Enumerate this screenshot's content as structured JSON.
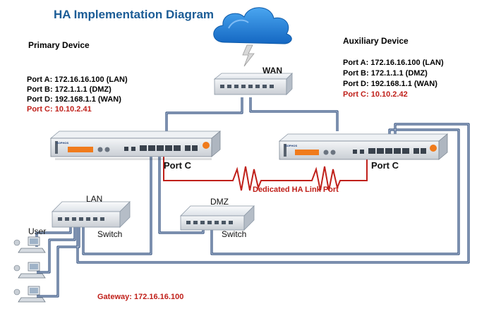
{
  "title": "HA Implementation Diagram",
  "primary": {
    "heading": "Primary Device",
    "ports": [
      "Port A: 172.16.16.100 (LAN)",
      "Port B: 172.1.1.1 (DMZ)",
      "Port D: 192.168.1.1 (WAN)",
      "Port C: 10.10.2.41"
    ],
    "port_c_label": "Port C",
    "brand": "SOPHOS"
  },
  "auxiliary": {
    "heading": "Auxiliary Device",
    "ports": [
      "Port A: 172.16.16.100 (LAN)",
      "Port B: 172.1.1.1 (DMZ)",
      "Port D: 192.168.1.1 (WAN)",
      "Port C: 10.10.2.42"
    ],
    "port_c_label": "Port C",
    "brand": "SOPHOS"
  },
  "wan_label": "WAN",
  "ha_link_label": "Dedicated HA Link Port",
  "lan_label": "LAN",
  "lan_switch_label": "Switch",
  "dmz_label": "DMZ",
  "dmz_switch_label": "Switch",
  "user_label": "User",
  "gateway_label": "Gateway: 172.16.16.100",
  "colors": {
    "title": "#1b5c96",
    "highlight_red": "#c0201a",
    "cable": "#2b4a7a",
    "cloud": "#1f7fd6"
  },
  "icons": [
    "cloud-icon",
    "lightning-icon",
    "switch-icon",
    "appliance-icon",
    "user-computer-icon"
  ]
}
